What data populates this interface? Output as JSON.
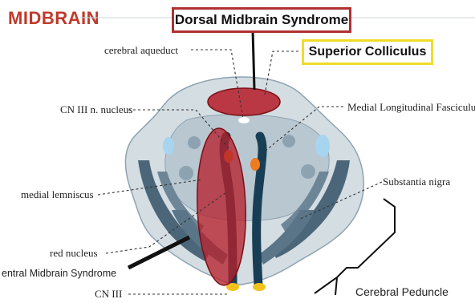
{
  "header": {
    "title": "MIDBRAIN"
  },
  "callouts": {
    "dorsal_syndrome": "Dorsal Midbrain Syndrome",
    "superior_colliculus": "Superior Colliculus",
    "ventral_syndrome": "entral Midbrain Syndrome",
    "cerebral_peduncle": "Cerebral Peduncle"
  },
  "labels": {
    "cerebral_aqueduct": "cerebral aqueduct",
    "cn3_nucleus": "CN III n. nucleus",
    "mlf": "Medial Longitudinal Fasciculu",
    "medial_lemniscus": "medial lemniscus",
    "substantia_nigra": "Substantia nigra",
    "red_nucleus": "red nucleus",
    "cn3": "CN III"
  },
  "colors": {
    "title_red": "#c0392b",
    "lesion_red": "#b5212d",
    "tissue_light": "#d4dde2",
    "tissue_dark": "#4b6678",
    "nerve_teal": "#183e55",
    "nucleus_orange": "#f07a1e",
    "nerve_tip_yellow": "#f2c21a",
    "box_yellow": "#f0dc28",
    "box_red": "#b03030"
  }
}
